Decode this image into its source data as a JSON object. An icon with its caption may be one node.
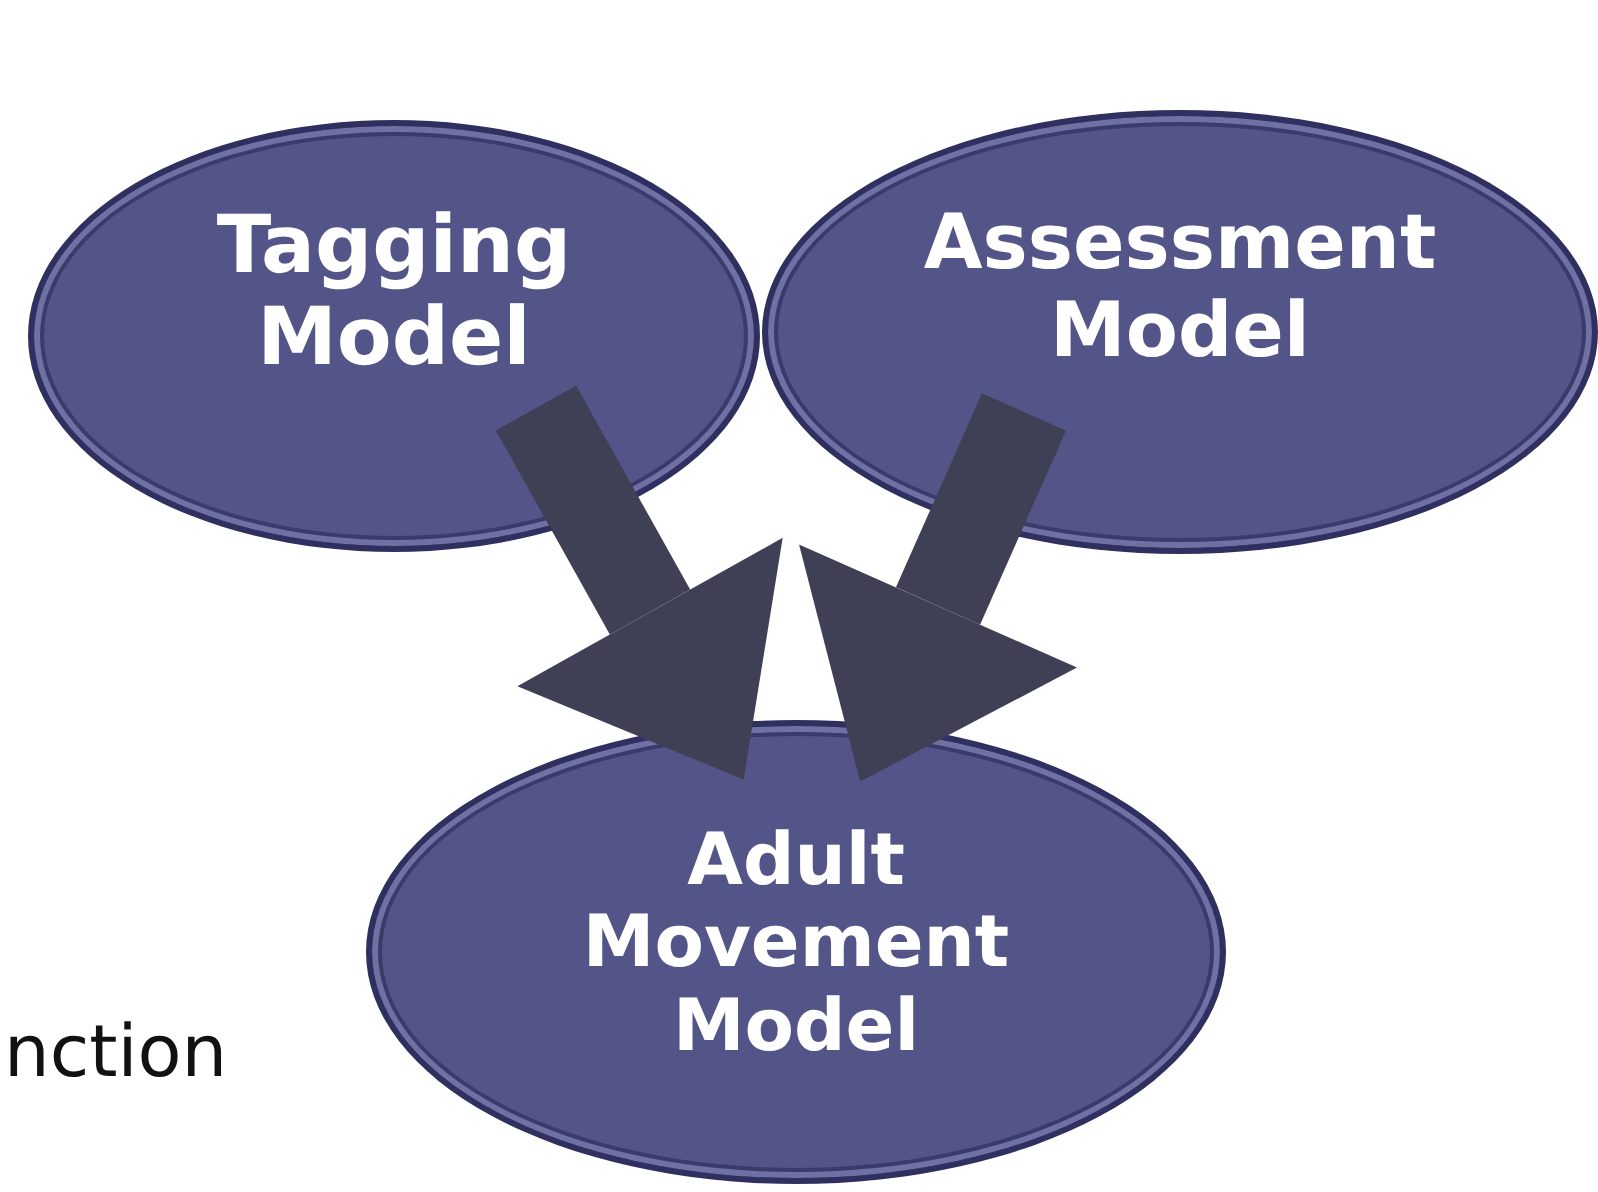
{
  "diagram": {
    "nodes": [
      {
        "text": [
          "Tagging Model"
        ]
      },
      {
        "text": [
          "Assessment Model"
        ]
      },
      {
        "text": [
          "Adult Movement Model"
        ]
      }
    ],
    "edges": [
      {
        "from": 0,
        "to": 2,
        "arrow": "to"
      },
      {
        "from": 1,
        "to": 2,
        "arrow": "to"
      }
    ],
    "labels": [
      "nction"
    ]
  }
}
